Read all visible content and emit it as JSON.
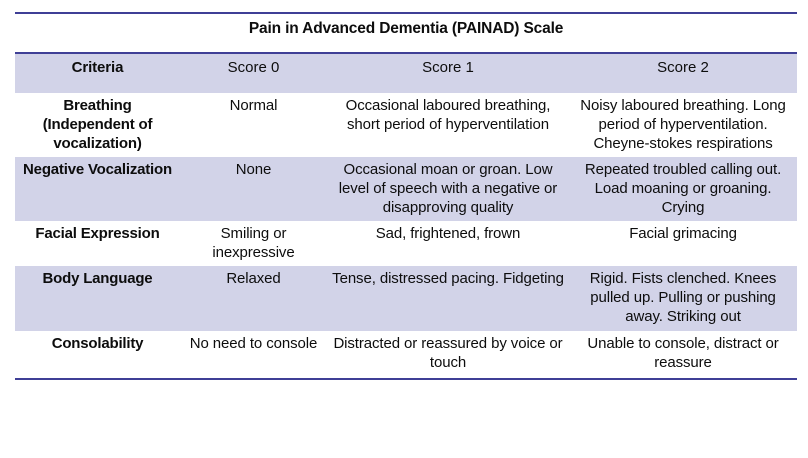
{
  "document": {
    "title": "Pain in Advanced Dementia (PAINAD) Scale",
    "accent_border_color": "#3f3f96",
    "shaded_row_color": "#d2d3e8",
    "page_background": "#ffffff",
    "text_color": "#0d0d0d"
  },
  "table": {
    "columns": [
      {
        "key": "criteria",
        "label": "Criteria"
      },
      {
        "key": "score0",
        "label": "Score 0"
      },
      {
        "key": "score1",
        "label": "Score 1"
      },
      {
        "key": "score2",
        "label": "Score 2"
      }
    ],
    "rows": [
      {
        "shaded": false,
        "criteria": "Breathing (Independent of vocalization)",
        "score0": "Normal",
        "score1": "Occasional laboured breathing, short period of hyperventilation",
        "score2": "Noisy laboured breathing. Long period of hyperventilation. Cheyne-stokes respirations"
      },
      {
        "shaded": true,
        "criteria": "Negative Vocalization",
        "score0": "None",
        "score1": "Occasional moan or groan. Low level of speech with a negative or disapproving quality",
        "score2": "Repeated troubled calling out. Load moaning or groaning. Crying"
      },
      {
        "shaded": false,
        "criteria": "Facial Expression",
        "score0": "Smiling or inexpressive",
        "score1": "Sad, frightened, frown",
        "score2": "Facial grimacing"
      },
      {
        "shaded": true,
        "criteria": "Body Language",
        "score0": "Relaxed",
        "score1": "Tense, distressed pacing. Fidgeting",
        "score2": "Rigid. Fists clenched. Knees pulled up. Pulling or pushing away. Striking out"
      },
      {
        "shaded": false,
        "criteria": "Consolability",
        "score0": "No need to console",
        "score1": "Distracted or reassured by voice or touch",
        "score2": "Unable to console, distract or reassure"
      }
    ]
  }
}
